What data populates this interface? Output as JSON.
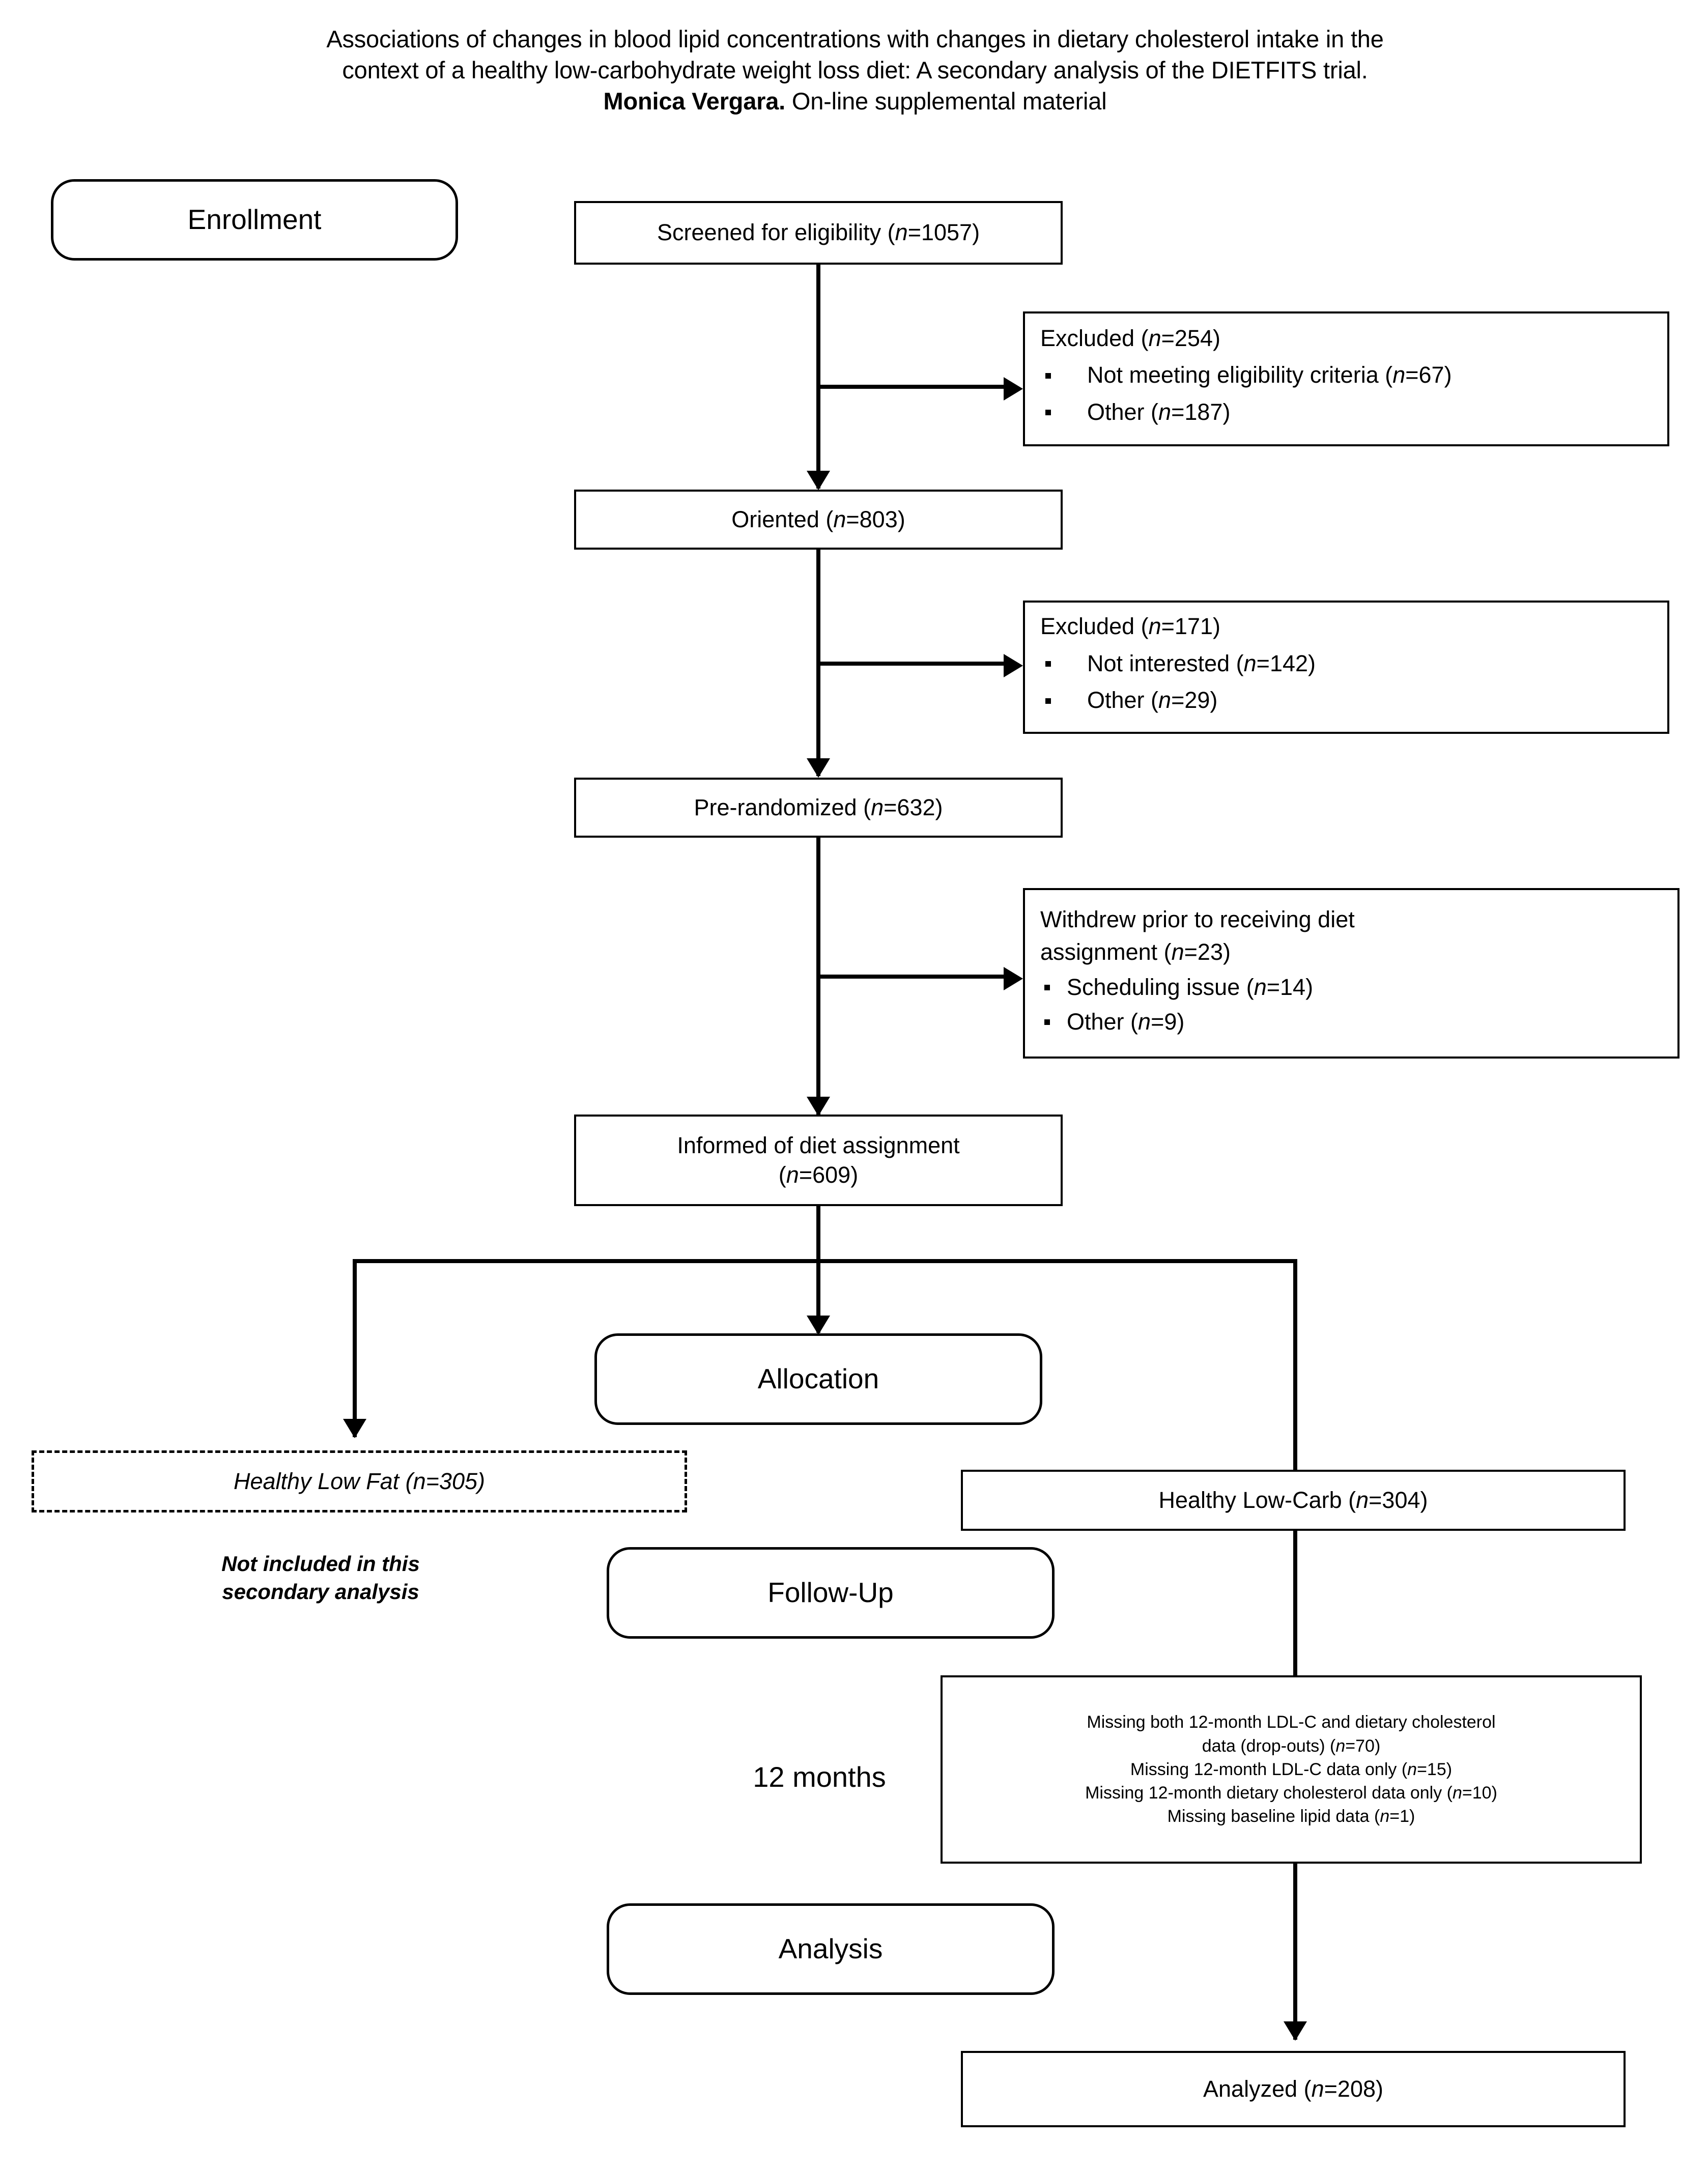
{
  "header": {
    "line1": "Associations of changes in blood lipid concentrations with changes in dietary cholesterol intake in the",
    "line2": "context of a healthy low-carbohydrate weight loss diet: A secondary analysis of the DIETFITS trial.",
    "author": "Monica Vergara.",
    "line3_rest": " On-line supplemental material"
  },
  "stages": {
    "enrollment": "Enrollment",
    "allocation": "Allocation",
    "followup": "Follow-Up",
    "analysis": "Analysis",
    "timepoint": "12 months"
  },
  "flow": {
    "screened": "Screened for eligibility (n=1057)",
    "oriented": "Oriented (n=803)",
    "prerandomized": "Pre-randomized (n=632)",
    "informed_l1": "Informed of diet assignment",
    "informed_l2": "(n=609)",
    "low_fat": "Healthy Low Fat (n=305)",
    "low_fat_note_l1": "Not included in this",
    "low_fat_note_l2": "secondary analysis",
    "low_carb": "Healthy Low-Carb (n=304)",
    "analyzed": "Analyzed (n=208)"
  },
  "excluded1": {
    "heading": "Excluded (n=254)",
    "items": [
      "Not meeting eligibility criteria (n=67)",
      "Other (n=187)"
    ]
  },
  "excluded2": {
    "heading": "Excluded (n=171)",
    "items": [
      "Not interested (n=142)",
      "Other (n=29)"
    ]
  },
  "withdrew": {
    "heading_l1": "Withdrew prior to receiving diet",
    "heading_l2": "assignment (n=23)",
    "items": [
      "Scheduling issue (n=14)",
      "Other (n=9)"
    ]
  },
  "missing": {
    "lines": [
      "Missing both 12-month LDL-C and dietary cholesterol",
      "data (drop-outs) (n=70)",
      "Missing 12-month LDL-C data only (n=15)",
      "Missing 12-month dietary cholesterol data only (n=10)",
      "Missing baseline lipid data (n=1)"
    ]
  },
  "chart_data": {
    "type": "diagram",
    "title": "CONSORT participant flow diagram",
    "nodes": [
      {
        "id": "screened",
        "label": "Screened for eligibility",
        "n": 1057
      },
      {
        "id": "excluded1",
        "label": "Excluded",
        "n": 254,
        "children": [
          {
            "label": "Not meeting eligibility criteria",
            "n": 67
          },
          {
            "label": "Other",
            "n": 187
          }
        ]
      },
      {
        "id": "oriented",
        "label": "Oriented",
        "n": 803
      },
      {
        "id": "excluded2",
        "label": "Excluded",
        "n": 171,
        "children": [
          {
            "label": "Not interested",
            "n": 142
          },
          {
            "label": "Other",
            "n": 29
          }
        ]
      },
      {
        "id": "prerandomized",
        "label": "Pre-randomized",
        "n": 632
      },
      {
        "id": "withdrew",
        "label": "Withdrew prior to receiving diet assignment",
        "n": 23,
        "children": [
          {
            "label": "Scheduling issue",
            "n": 14
          },
          {
            "label": "Other",
            "n": 9
          }
        ]
      },
      {
        "id": "informed",
        "label": "Informed of diet assignment",
        "n": 609
      },
      {
        "id": "low_fat",
        "label": "Healthy Low Fat",
        "n": 305,
        "note": "Not included in this secondary analysis"
      },
      {
        "id": "low_carb",
        "label": "Healthy Low-Carb",
        "n": 304
      },
      {
        "id": "missing",
        "label": "Missing at 12 months",
        "children": [
          {
            "label": "Missing both 12-month LDL-C and dietary cholesterol data (drop-outs)",
            "n": 70
          },
          {
            "label": "Missing 12-month LDL-C data only",
            "n": 15
          },
          {
            "label": "Missing 12-month dietary cholesterol data only",
            "n": 10
          },
          {
            "label": "Missing baseline lipid data",
            "n": 1
          }
        ]
      },
      {
        "id": "analyzed",
        "label": "Analyzed",
        "n": 208
      }
    ],
    "stages": [
      "Enrollment",
      "Allocation",
      "Follow-Up",
      "Analysis"
    ]
  }
}
